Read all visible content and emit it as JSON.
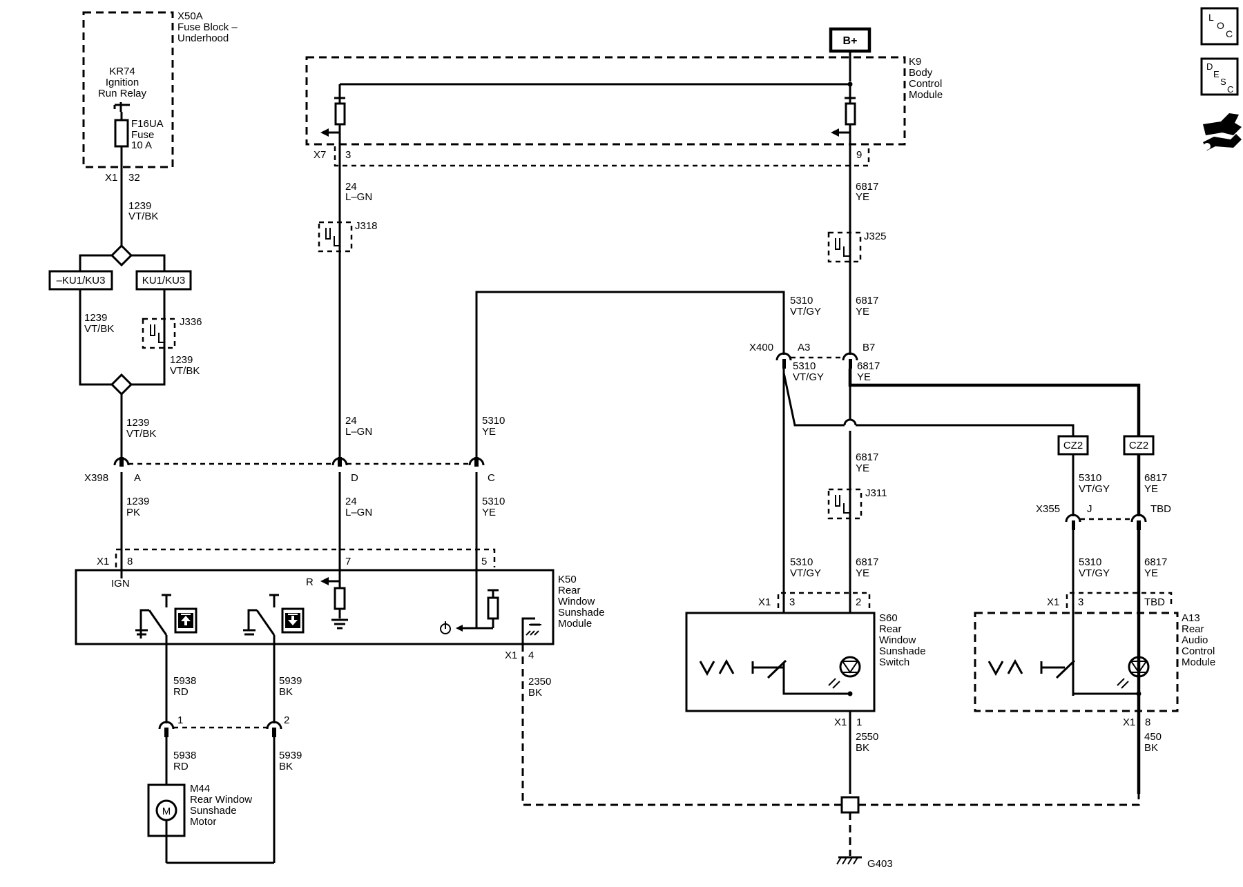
{
  "x50a": {
    "id": "X50A",
    "name": [
      "Fuse Block –",
      "Underhood"
    ]
  },
  "kr74": [
    "KR74",
    "Ignition",
    "Run Relay"
  ],
  "f16ua": [
    "F16UA",
    "Fuse",
    "10 A"
  ],
  "x50a_pin": {
    "conn": "X1",
    "pin": "32"
  },
  "bplus": "B+",
  "k9": [
    "K9",
    "Body",
    "Control",
    "Module"
  ],
  "k9_pins": {
    "conn": "X7",
    "left": "3",
    "right": "9"
  },
  "w1239_top": [
    "1239",
    "VT/BK"
  ],
  "opt_left": "–KU1/KU3",
  "opt_right": "KU1/KU3",
  "w1239_l": [
    "1239",
    "VT/BK"
  ],
  "w1239_r": [
    "1239",
    "VT/BK"
  ],
  "j336": "J336",
  "w1239_mid": [
    "1239",
    "VT/BK"
  ],
  "w24_top": [
    "24",
    "L–GN"
  ],
  "j318": "J318",
  "w6817_top": [
    "6817",
    "YE"
  ],
  "j325": "J325",
  "w5310_x400": [
    "5310",
    "VT/GY"
  ],
  "w6817_x400": [
    "6817",
    "YE"
  ],
  "x400": {
    "id": "X400",
    "a": "A3",
    "b": "B7"
  },
  "w5310_x400b": [
    "5310",
    "VT/GY"
  ],
  "w6817_x400b": [
    "6817",
    "YE"
  ],
  "w24_mid": [
    "24",
    "L–GN"
  ],
  "w5310_ye": [
    "5310",
    "YE"
  ],
  "x398": {
    "id": "X398",
    "a": "A",
    "d": "D",
    "c": "C"
  },
  "w1239_pk": [
    "1239",
    "PK"
  ],
  "w24_low": [
    "24",
    "L–GN"
  ],
  "w5310_ye_low": [
    "5310",
    "YE"
  ],
  "w6817_mid": [
    "6817",
    "YE"
  ],
  "j311": "J311",
  "cz2_left": "CZ2",
  "cz2_right": "CZ2",
  "w5310_cz": [
    "5310",
    "VT/GY"
  ],
  "w6817_cz": [
    "6817",
    "YE"
  ],
  "x355": {
    "id": "X355",
    "a": "J",
    "b": "TBD"
  },
  "k50": [
    "K50",
    "Rear",
    "Window",
    "Sunshade",
    "Module"
  ],
  "k50_pins": {
    "conn": "X1",
    "p8": "8",
    "p7": "7",
    "p5": "5",
    "ign": "IGN",
    "r": "R",
    "gconn": "X1",
    "p4": "4"
  },
  "w5310_s60": [
    "5310",
    "VT/GY"
  ],
  "w6817_s60": [
    "6817",
    "YE"
  ],
  "s60_pins": {
    "conn": "X1",
    "p3": "3",
    "p2": "2",
    "bconn": "X1",
    "p1": "1"
  },
  "s60": [
    "S60",
    "Rear",
    "Window",
    "Sunshade",
    "Switch"
  ],
  "w5310_a13": [
    "5310",
    "VT/GY"
  ],
  "w6817_a13": [
    "6817",
    "YE"
  ],
  "a13_pins": {
    "conn": "X1",
    "p3": "3",
    "pt": "TBD",
    "bconn": "X1",
    "p8": "8"
  },
  "a13": [
    "A13",
    "Rear",
    "Audio",
    "Control",
    "Module"
  ],
  "w5938_a": [
    "5938",
    "RD"
  ],
  "w5939_a": [
    "5939",
    "BK"
  ],
  "w2350": [
    "2350",
    "BK"
  ],
  "w2550": [
    "2550",
    "BK"
  ],
  "w450": [
    "450",
    "BK"
  ],
  "motor_conn": {
    "p1": "1",
    "p2": "2"
  },
  "w5938_b": [
    "5938",
    "RD"
  ],
  "w5939_b": [
    "5939",
    "BK"
  ],
  "m44": [
    "M44",
    "Rear Window",
    "Sunshade",
    "Motor"
  ],
  "motor_symbol": "M",
  "g403": "G403",
  "side_icons": {
    "loc": [
      "L",
      "O",
      "C"
    ],
    "desc": [
      "D",
      "E",
      "S",
      "C"
    ],
    "tool": "wrench-hand-icon"
  }
}
